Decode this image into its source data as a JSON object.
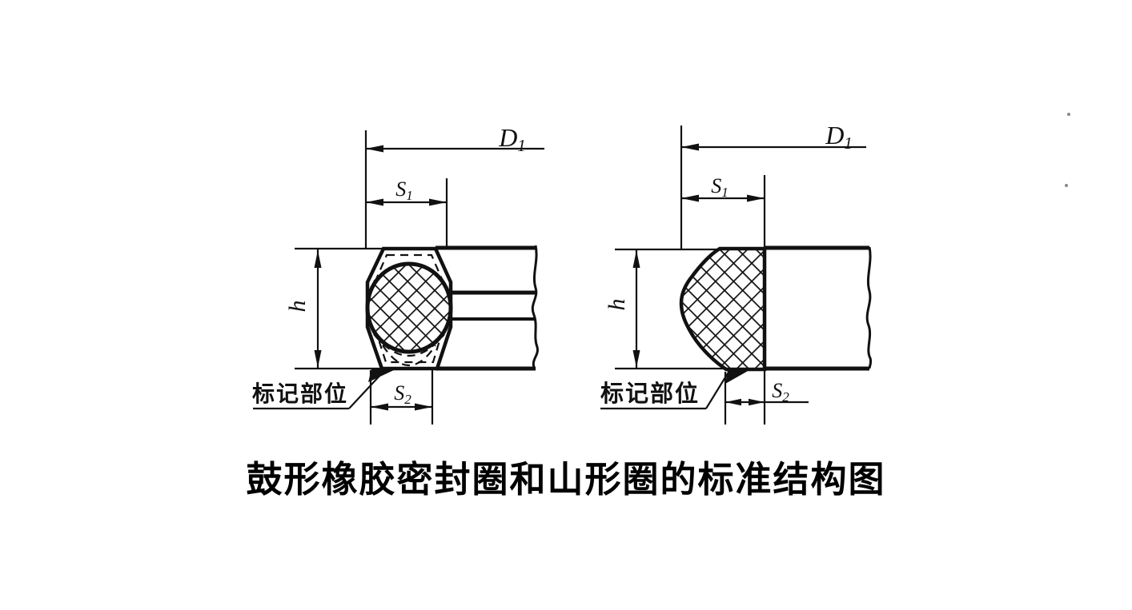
{
  "caption": "鼓形橡胶密封圈和山形圈的标准结构图",
  "left_diagram": {
    "name": "drum-shaped rubber seal ring cross-section",
    "d1": {
      "base": "D",
      "sub": "1"
    },
    "s1": {
      "base": "S",
      "sub": "1"
    },
    "s2": {
      "base": "S",
      "sub": "2"
    },
    "h": "h",
    "marking_label": "标记部位"
  },
  "right_diagram": {
    "name": "mountain-shaped ring cross-section",
    "d1": {
      "base": "D",
      "sub": "1"
    },
    "s1": {
      "base": "S",
      "sub": "1"
    },
    "s2": {
      "base": "S",
      "sub": "2"
    },
    "h": "h",
    "marking_label": "标记部位"
  },
  "colors": {
    "ink": "#111111",
    "paper": "#ffffff"
  }
}
